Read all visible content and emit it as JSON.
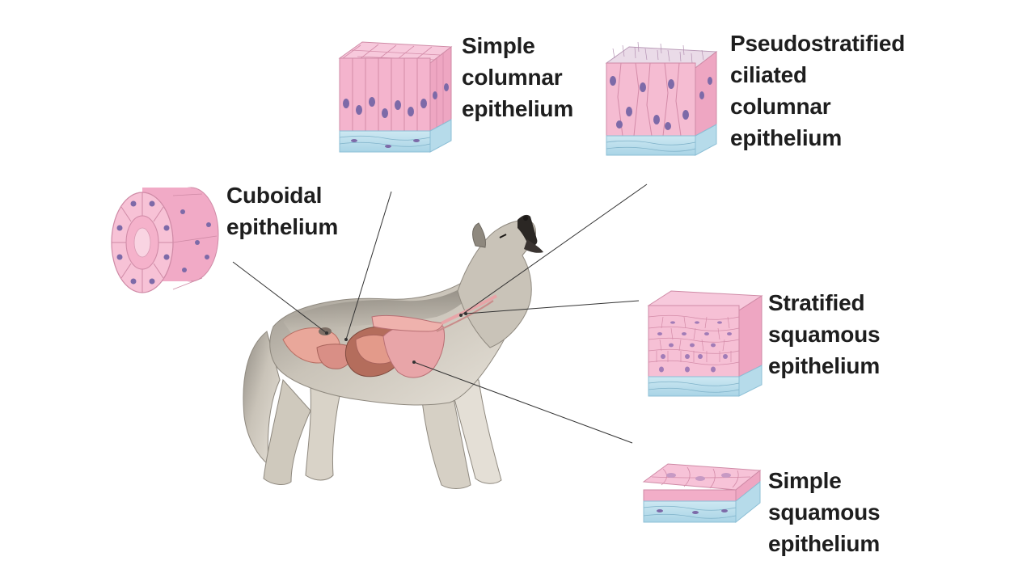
{
  "labels": {
    "simple_columnar": [
      "Simple",
      "columnar",
      "epithelium"
    ],
    "pseudostratified": [
      "Pseudostratified",
      "ciliated",
      "columnar",
      "epithelium"
    ],
    "cuboidal": [
      "Cuboidal",
      "epithelium"
    ],
    "stratified_squamous": [
      "Stratified",
      "squamous",
      "epithelium"
    ],
    "simple_squamous": [
      "Simple",
      "squamous",
      "epithelium"
    ]
  },
  "colors": {
    "cell_pink": "#f3b6cf",
    "cell_light": "#f9d4e2",
    "cell_border": "#d0849f",
    "nucleus": "#7d6aa8",
    "basement": "#bfe1ee",
    "wolf_fur": "#b7b1a7",
    "organ": "#e8a296",
    "leader_line": "#333333"
  }
}
